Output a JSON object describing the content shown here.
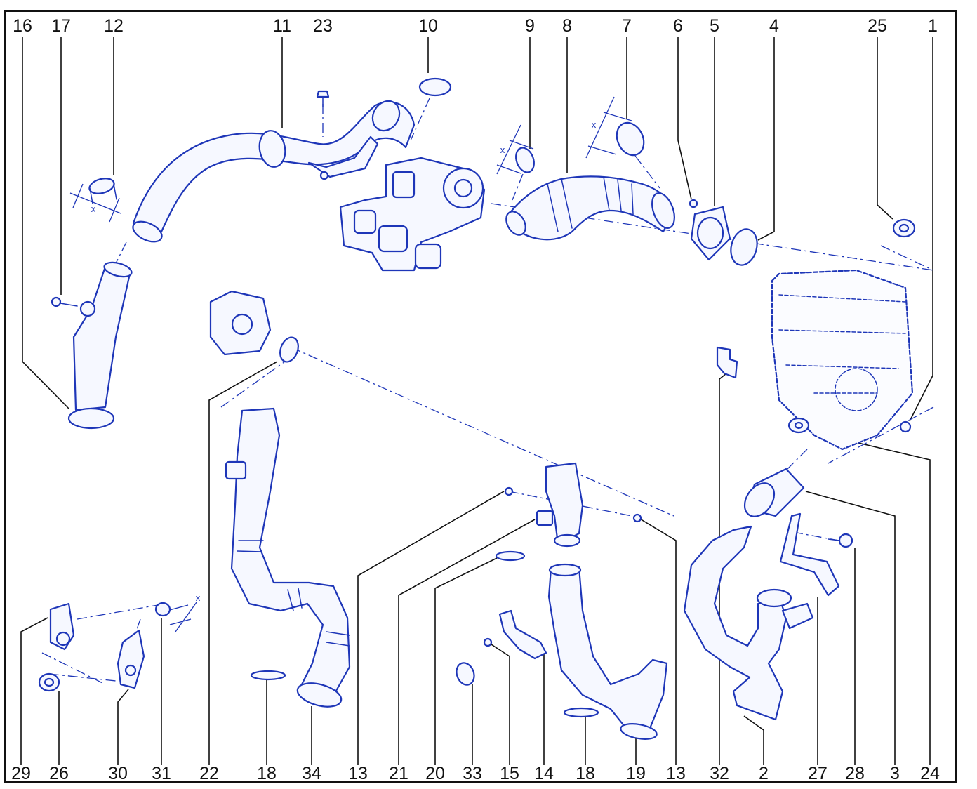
{
  "diagram": {
    "callouts": [
      {
        "id": "c16-top",
        "text": "16"
      },
      {
        "id": "c17-top",
        "text": "17"
      },
      {
        "id": "c12-top",
        "text": "12"
      },
      {
        "id": "c11-top",
        "text": "11"
      },
      {
        "id": "c23-top",
        "text": "23"
      },
      {
        "id": "c10-top",
        "text": "10"
      },
      {
        "id": "c9-top",
        "text": "9"
      },
      {
        "id": "c8-top",
        "text": "8"
      },
      {
        "id": "c7-top",
        "text": "7"
      },
      {
        "id": "c6-top",
        "text": "6"
      },
      {
        "id": "c5-top",
        "text": "5"
      },
      {
        "id": "c4-top",
        "text": "4"
      },
      {
        "id": "c25-top",
        "text": "25"
      },
      {
        "id": "c1-top",
        "text": "1"
      },
      {
        "id": "c29-bottom",
        "text": "29"
      },
      {
        "id": "c26-bottom",
        "text": "26"
      },
      {
        "id": "c30-bottom",
        "text": "30"
      },
      {
        "id": "c31-bottom",
        "text": "31"
      },
      {
        "id": "c22-bottom",
        "text": "22"
      },
      {
        "id": "c18a-bottom",
        "text": "18"
      },
      {
        "id": "c34-bottom",
        "text": "34"
      },
      {
        "id": "c13a-bottom",
        "text": "13"
      },
      {
        "id": "c21-bottom",
        "text": "21"
      },
      {
        "id": "c20-bottom",
        "text": "20"
      },
      {
        "id": "c33-bottom",
        "text": "33"
      },
      {
        "id": "c15-bottom",
        "text": "15"
      },
      {
        "id": "c14-bottom",
        "text": "14"
      },
      {
        "id": "c18b-bottom",
        "text": "18"
      },
      {
        "id": "c19-bottom",
        "text": "19"
      },
      {
        "id": "c13b-bottom",
        "text": "13"
      },
      {
        "id": "c32-bottom",
        "text": "32"
      },
      {
        "id": "c2-bottom",
        "text": "2"
      },
      {
        "id": "c27-bottom",
        "text": "27"
      },
      {
        "id": "c28-bottom",
        "text": "28"
      },
      {
        "id": "c3-bottom",
        "text": "3"
      },
      {
        "id": "c24-bottom",
        "text": "24"
      }
    ],
    "dimension_marks": [
      {
        "id": "dim-12",
        "text": "x"
      },
      {
        "id": "dim-9",
        "text": "x"
      },
      {
        "id": "dim-7",
        "text": "x"
      },
      {
        "id": "dim-31",
        "text": "x"
      }
    ],
    "colors": {
      "parts": "#1e36b8",
      "labels": "#111111",
      "fill": "#f6f8ff"
    }
  }
}
